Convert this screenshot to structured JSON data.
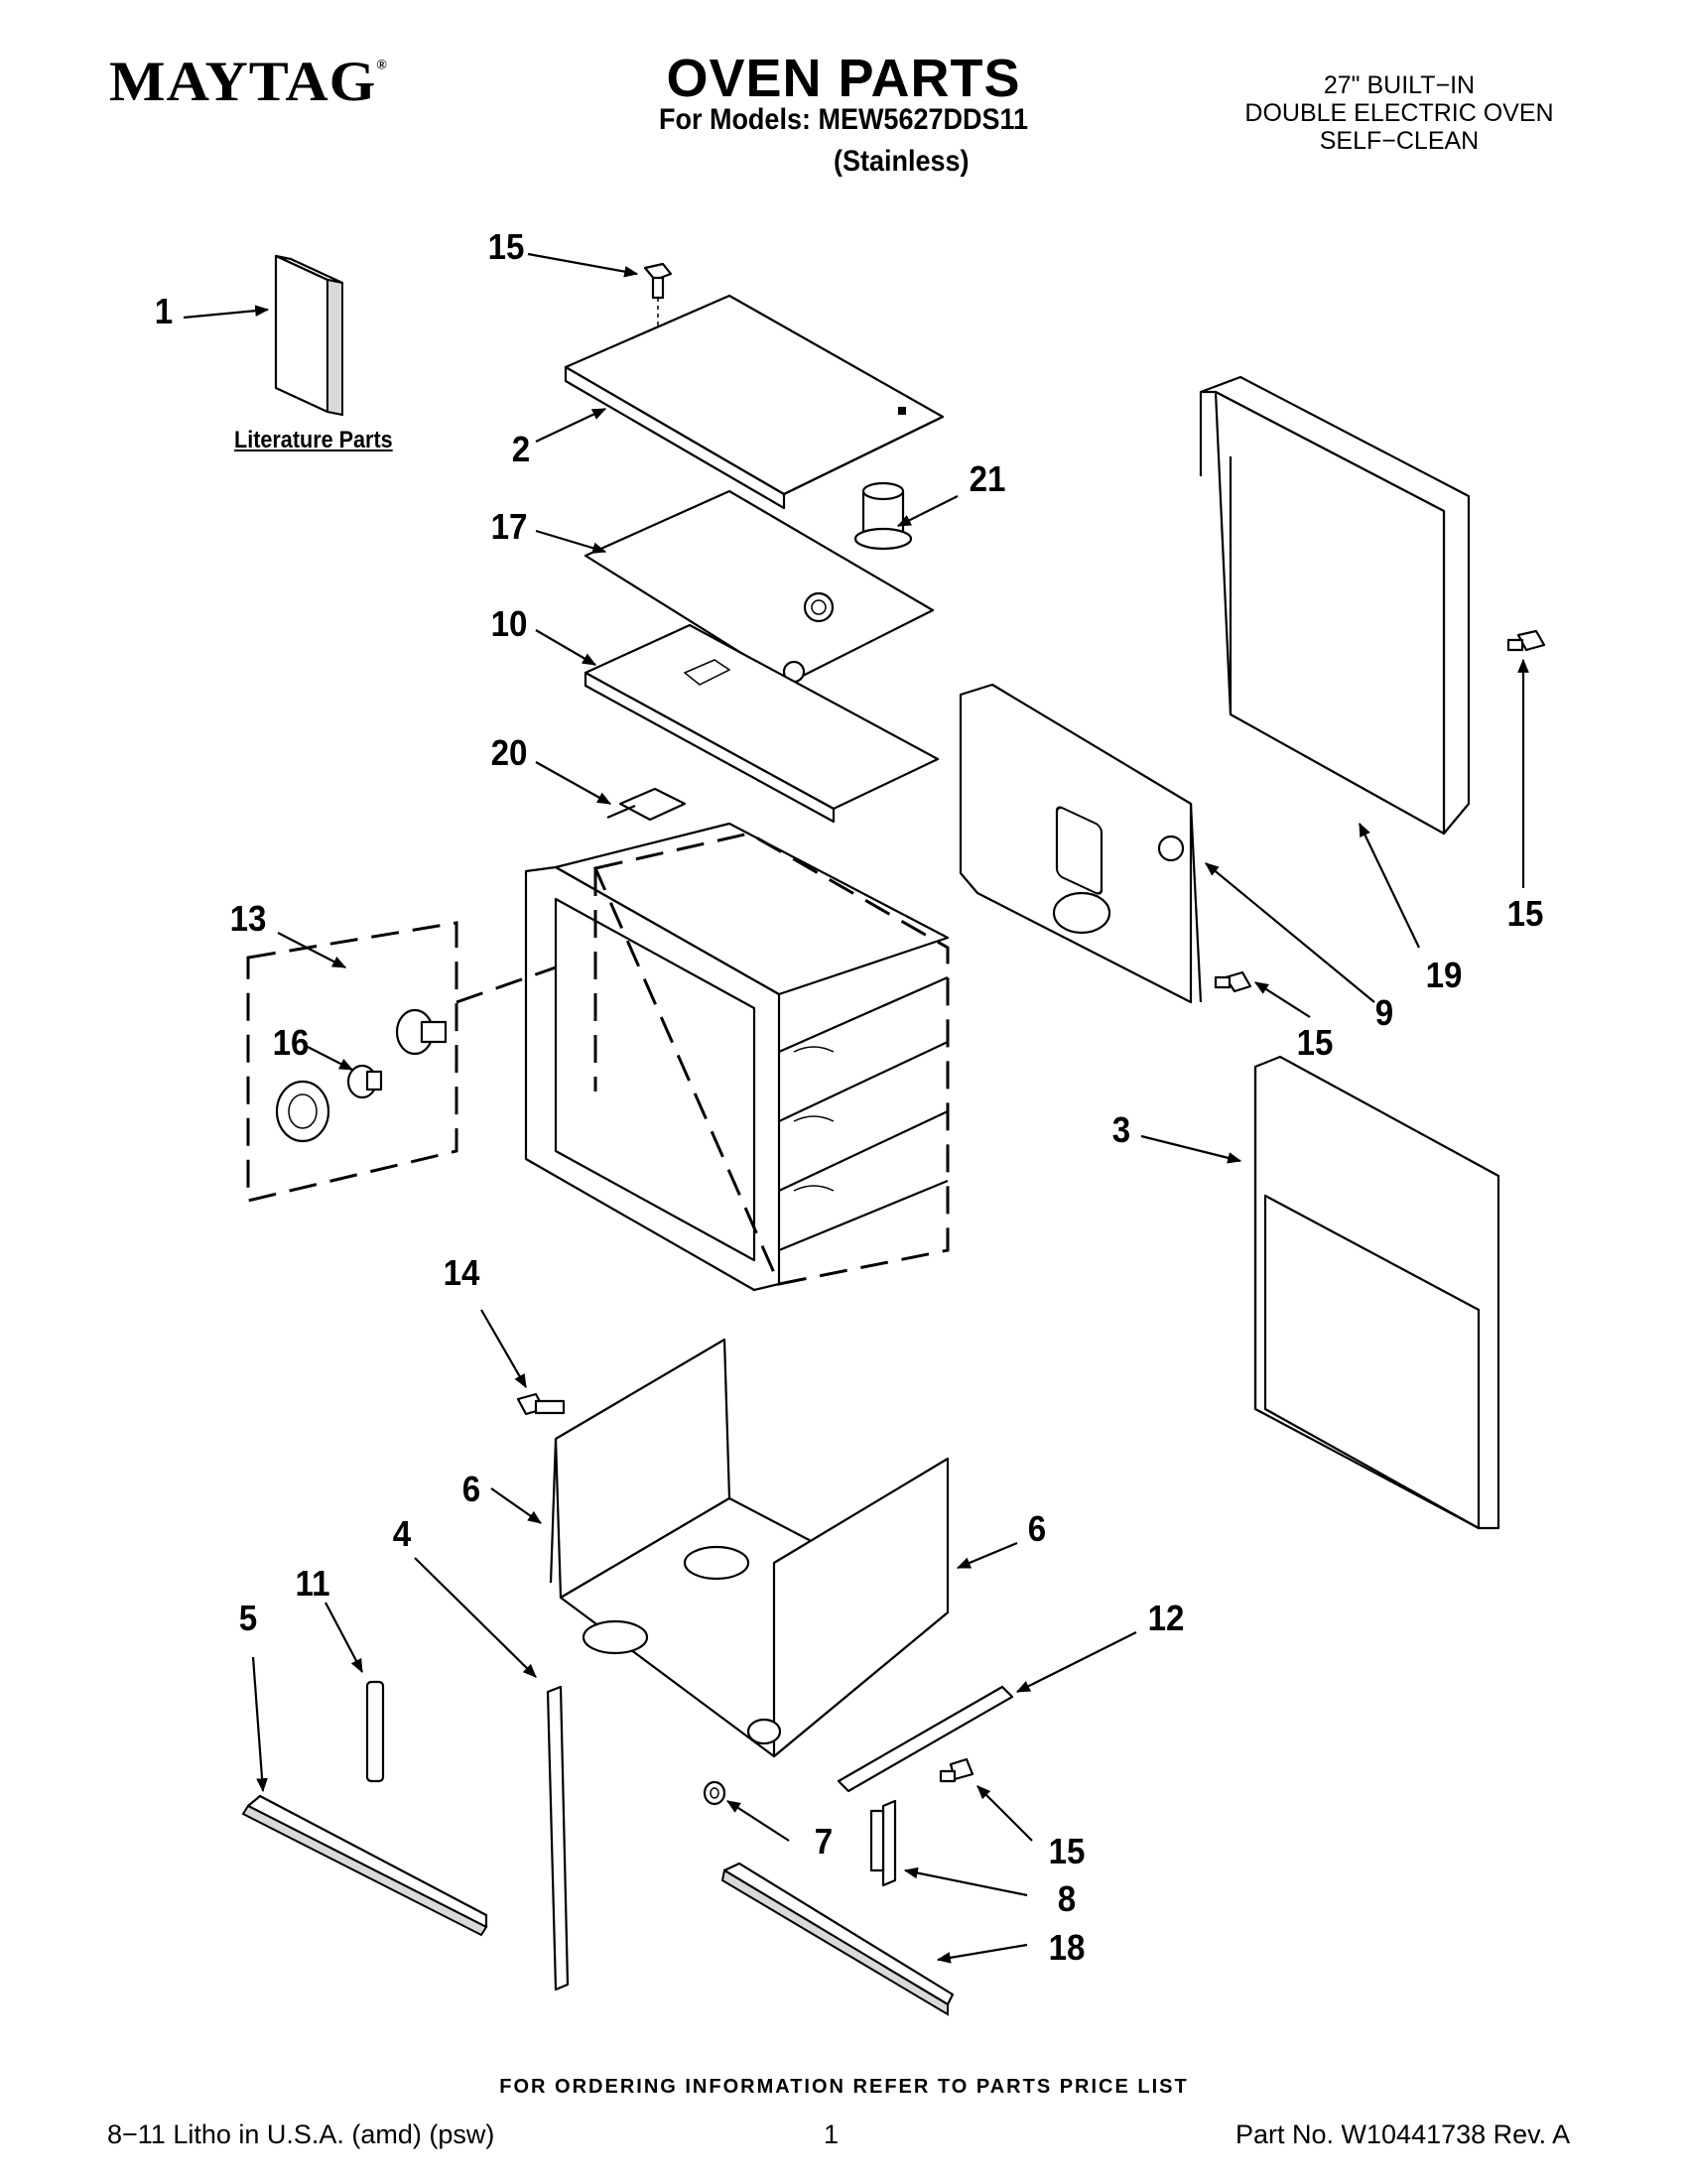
{
  "header": {
    "brand": "MAYTAG",
    "brand_mark": "®",
    "title": "OVEN PARTS",
    "models_line": "For Models: MEW5627DDS11",
    "color_line": "(Stainless)",
    "spec_lines": [
      "27\" BUILT−IN",
      "DOUBLE ELECTRIC OVEN",
      "SELF−CLEAN"
    ]
  },
  "literature_label": "Literature Parts",
  "callouts": [
    {
      "id": "c1",
      "label": "1"
    },
    {
      "id": "c15a",
      "label": "15"
    },
    {
      "id": "c2",
      "label": "2"
    },
    {
      "id": "c21",
      "label": "21"
    },
    {
      "id": "c17",
      "label": "17"
    },
    {
      "id": "c10",
      "label": "10"
    },
    {
      "id": "c20",
      "label": "20"
    },
    {
      "id": "c13",
      "label": "13"
    },
    {
      "id": "c16",
      "label": "16"
    },
    {
      "id": "c9",
      "label": "9"
    },
    {
      "id": "c19",
      "label": "19"
    },
    {
      "id": "c15b",
      "label": "15"
    },
    {
      "id": "c15c",
      "label": "15"
    },
    {
      "id": "c3",
      "label": "3"
    },
    {
      "id": "c14",
      "label": "14"
    },
    {
      "id": "c6a",
      "label": "6"
    },
    {
      "id": "c6b",
      "label": "6"
    },
    {
      "id": "c4",
      "label": "4"
    },
    {
      "id": "c11",
      "label": "11"
    },
    {
      "id": "c5",
      "label": "5"
    },
    {
      "id": "c12",
      "label": "12"
    },
    {
      "id": "c7",
      "label": "7"
    },
    {
      "id": "c15d",
      "label": "15"
    },
    {
      "id": "c8",
      "label": "8"
    },
    {
      "id": "c18",
      "label": "18"
    }
  ],
  "footer": {
    "ordering_note": "FOR ORDERING INFORMATION REFER TO PARTS PRICE LIST",
    "litho": "8−11 Litho in U.S.A. (amd) (psw)",
    "page": "1",
    "part_no": "Part No. W10441738 Rev. A"
  }
}
